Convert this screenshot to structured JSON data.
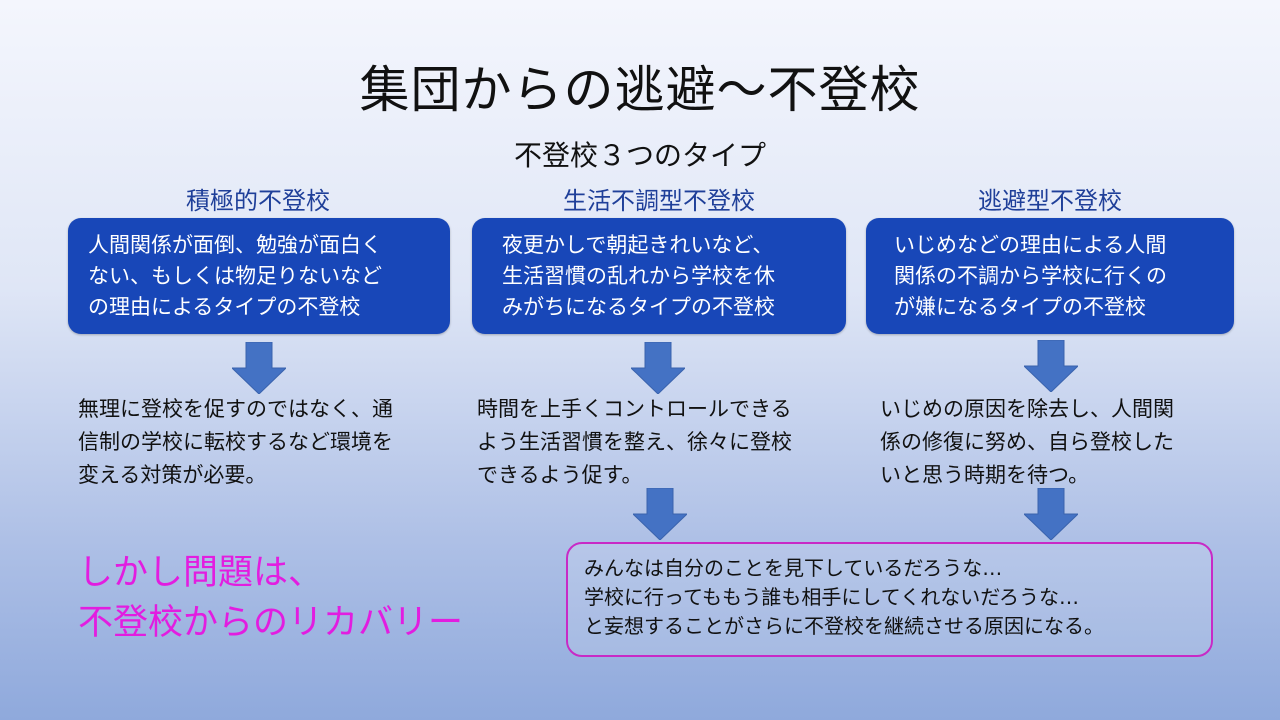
{
  "slide": {
    "title": "集団からの逃避～不登校",
    "subtitle": "不登校３つのタイプ"
  },
  "types": [
    {
      "heading": "積極的不登校",
      "box_lines": [
        "人間関係が面倒、勉強が面白く",
        "ない、もしくは物足りないなど",
        "の理由によるタイプの不登校"
      ],
      "desc_lines": [
        "無理に登校を促すのではなく、通",
        "信制の学校に転校するなど環境を",
        "変える対策が必要。"
      ]
    },
    {
      "heading": "生活不調型不登校",
      "box_lines": [
        "夜更かしで朝起きれいなど、",
        "生活習慣の乱れから学校を休",
        "みがちになるタイプの不登校"
      ],
      "desc_lines": [
        "時間を上手くコントロールできる",
        "よう生活習慣を整え、徐々に登校",
        "できるよう促す。"
      ]
    },
    {
      "heading": "逃避型不登校",
      "box_lines": [
        "いじめなどの理由による人間",
        "関係の不調から学校に行くの",
        "が嫌になるタイプの不登校"
      ],
      "desc_lines": [
        "いじめの原因を除去し、人間関",
        "係の修復に努め、自ら登校した",
        "いと思う時期を待つ。"
      ]
    }
  ],
  "conclusion": {
    "headline_lines": [
      "しかし問題は、",
      "不登校からのリカバリー"
    ],
    "box_lines": [
      "みんなは自分のことを見下しているだろうな…",
      "学校に行ってももう誰も相手にしてくれないだろうな…",
      "と妄想することがさらに不登校を継続させる原因になる。"
    ]
  },
  "colors": {
    "box_fill": "#1847b8",
    "heading_text": "#1f3f99",
    "arrow_fill": "#4472c4",
    "accent_magenta": "#e21de0"
  },
  "icons": [
    "down-arrow-icon"
  ]
}
